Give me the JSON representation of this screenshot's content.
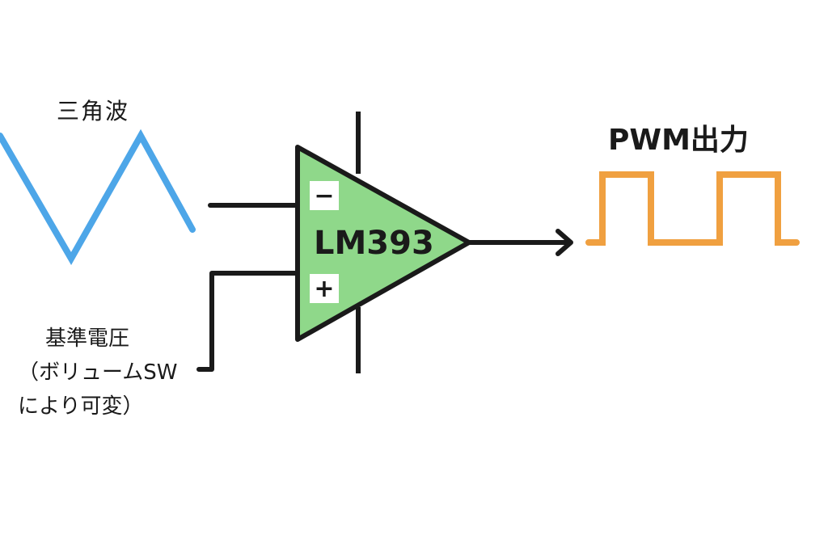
{
  "triangle_wave": {
    "label": "三角波",
    "color": "#4da6e8"
  },
  "comparator": {
    "name": "LM393",
    "fill_color": "#8fd88a",
    "inverting_symbol": "−",
    "non_inverting_symbol": "+"
  },
  "reference": {
    "line1": "基準電圧",
    "line2": "（ボリュームSW",
    "line3": "により可変）"
  },
  "output": {
    "label": "PWM出力",
    "color": "#f0a040"
  }
}
